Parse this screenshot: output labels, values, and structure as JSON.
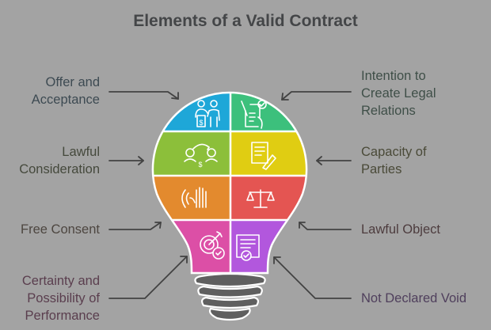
{
  "title": "Elements of a Valid Contract",
  "elements": [
    {
      "label": "Offer and Acceptance",
      "lines": [
        "Offer and",
        "Acceptance"
      ],
      "color": "#1ea7d8",
      "text_color": "#3d4a52",
      "icon": "people-money-icon"
    },
    {
      "label": "Intention to Create Legal Relations",
      "lines": [
        "Intention to",
        "Create Legal",
        "Relations"
      ],
      "color": "#3cc07c",
      "text_color": "#3f4f48",
      "icon": "document-sign-check-icon"
    },
    {
      "label": "Lawful Consideration",
      "lines": [
        "Lawful",
        "Consideration"
      ],
      "color": "#8cbf3a",
      "text_color": "#45493c",
      "icon": "exchange-people-icon"
    },
    {
      "label": "Capacity of Parties",
      "lines": [
        "Capacity of",
        "Parties"
      ],
      "color": "#e0cd12",
      "text_color": "#4a4a38",
      "icon": "document-pen-icon"
    },
    {
      "label": "Free Consent",
      "lines": [
        "Free Consent"
      ],
      "color": "#e38a2e",
      "text_color": "#4d4640",
      "icon": "raised-hand-icon"
    },
    {
      "label": "Lawful Object",
      "lines": [
        "Lawful Object"
      ],
      "color": "#e45552",
      "text_color": "#4d3c3e",
      "icon": "scales-icon"
    },
    {
      "label": "Certainty and Possibility of Performance",
      "lines": [
        "Certainty and",
        "Possibility of",
        "Performance"
      ],
      "color": "#dc4fa6",
      "text_color": "#5a3e4e",
      "icon": "target-check-icon"
    },
    {
      "label": "Not Declared Void",
      "lines": [
        "Not Declared Void"
      ],
      "color": "#b257dd",
      "text_color": "#4f3f5c",
      "icon": "certificate-check-icon"
    }
  ],
  "base_color": "#5f5f5f",
  "arrow_color": "#424242"
}
